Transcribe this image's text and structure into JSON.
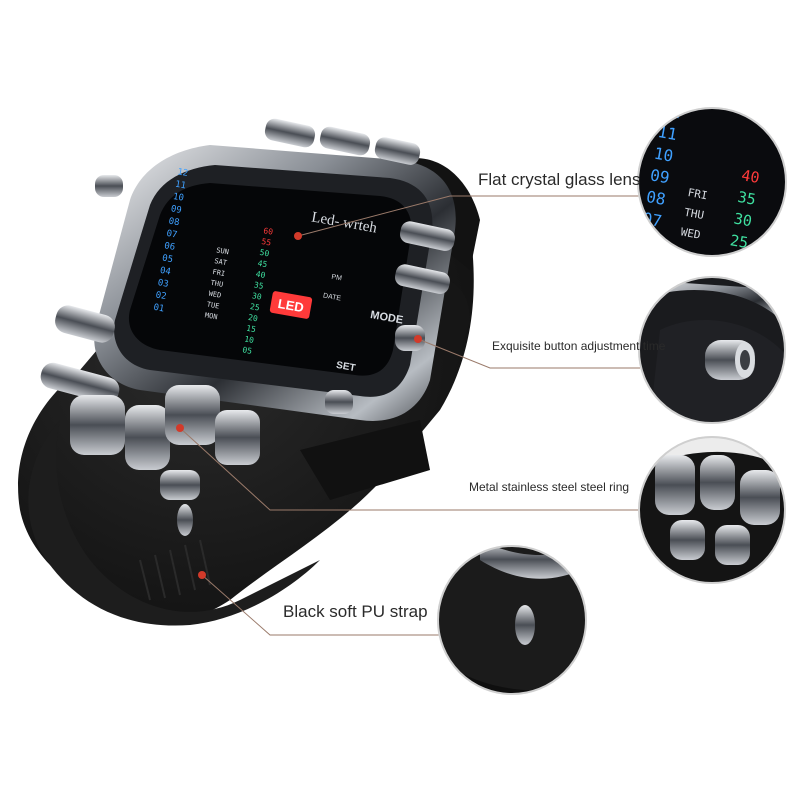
{
  "callouts": {
    "lens": "Flat crystal glass lens",
    "button": "Exquisite button adjustment time",
    "ring": "Metal stainless steel steel ring",
    "strap": "Black soft PU strap"
  },
  "watch_face": {
    "brand": "Led- wrteh",
    "mode_label": "MODE",
    "set_label": "SET",
    "date_label": "DATE",
    "pm_label": "PM",
    "led_badge": "LED",
    "days": [
      "MON",
      "TUE",
      "WED",
      "THU",
      "FRI",
      "SAT",
      "SUN"
    ],
    "hour_column": [
      "12",
      "11",
      "10",
      "09",
      "08",
      "07",
      "06",
      "05",
      "04",
      "03",
      "02",
      "01"
    ],
    "minute_column": [
      "60",
      "55",
      "50",
      "45",
      "40",
      "35",
      "30",
      "25",
      "20",
      "15",
      "10",
      "05"
    ]
  },
  "colors": {
    "label_text": "#2a2a2a",
    "leader_line": "#9a7a6a",
    "leader_dot": "#d23a2a",
    "led_blue": "#3fa0ff",
    "led_green": "#3fe0a0",
    "led_red": "#ff3a3a",
    "strap_black": "#151515",
    "steel": "#8a8f96"
  }
}
